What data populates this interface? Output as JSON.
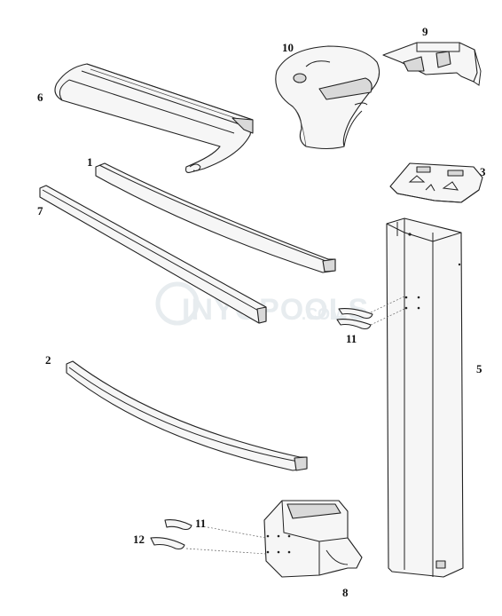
{
  "watermark": {
    "text": "INYOPOOLS.COM",
    "main": "INYOPOOLS",
    "suffix": ".COM"
  },
  "callouts": [
    {
      "id": "1",
      "label": "1"
    },
    {
      "id": "2",
      "label": "2"
    },
    {
      "id": "3",
      "label": "3"
    },
    {
      "id": "5",
      "label": "5"
    },
    {
      "id": "6",
      "label": "6"
    },
    {
      "id": "7",
      "label": "7"
    },
    {
      "id": "8",
      "label": "8"
    },
    {
      "id": "9",
      "label": "9"
    },
    {
      "id": "10",
      "label": "10"
    },
    {
      "id": "11a",
      "label": "11"
    },
    {
      "id": "11b",
      "label": "11"
    },
    {
      "id": "12",
      "label": "12"
    }
  ]
}
